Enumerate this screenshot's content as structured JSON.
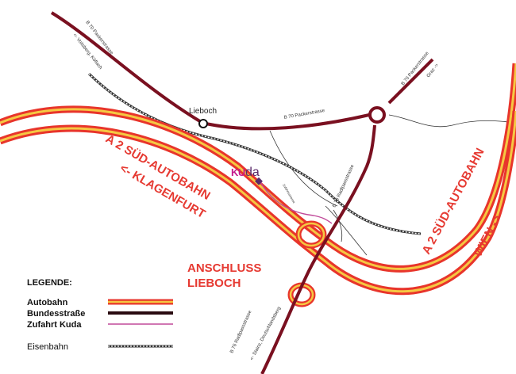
{
  "roads": {
    "b70_north": "B 70 Packerstrasse",
    "b70_voitsberg": "<- Voitsberg, Köflach",
    "b70_east": "B 70 Packerstrasse",
    "b70_graz": "Graz ->",
    "b70_mid": "B 70 Packerstrasse",
    "b76_upper": "B 76 Radlpassstrasse",
    "b76_lower": "B 76 Radlpassstrasse",
    "b76_south": "<- Stainz, Deutschlandsberg",
    "access_road": "Zufahrtsstrasse"
  },
  "places": {
    "lieboch": "Lieboch"
  },
  "autobahn": {
    "west_line1": "A 2 SÜD-AUTOBAHN",
    "west_line2": "<- KLAGENFURT",
    "east_line1": "A 2 SÜD-AUTOBAHN",
    "east_line2": "WIEN ->"
  },
  "interchange": {
    "line1": "ANSCHLUSS",
    "line2": "LIEBOCH"
  },
  "logo": {
    "part1": "KU",
    "part2": "da"
  },
  "legend": {
    "title": "LEGENDE:",
    "items": [
      {
        "label": "Autobahn"
      },
      {
        "label": "Bundesstraße"
      },
      {
        "label": "Zufahrt Kuda"
      },
      {
        "label": "Eisenbahn"
      }
    ]
  },
  "colors": {
    "autobahn_outer": "#e8352b",
    "autobahn_inner": "#f5c842",
    "bundesstrasse": "#7a1020",
    "zufahrt": "#c14a9a",
    "eisenbahn": "#333333",
    "logo_pink": "#c41a8c",
    "logo_dark": "#5a2a6a"
  }
}
